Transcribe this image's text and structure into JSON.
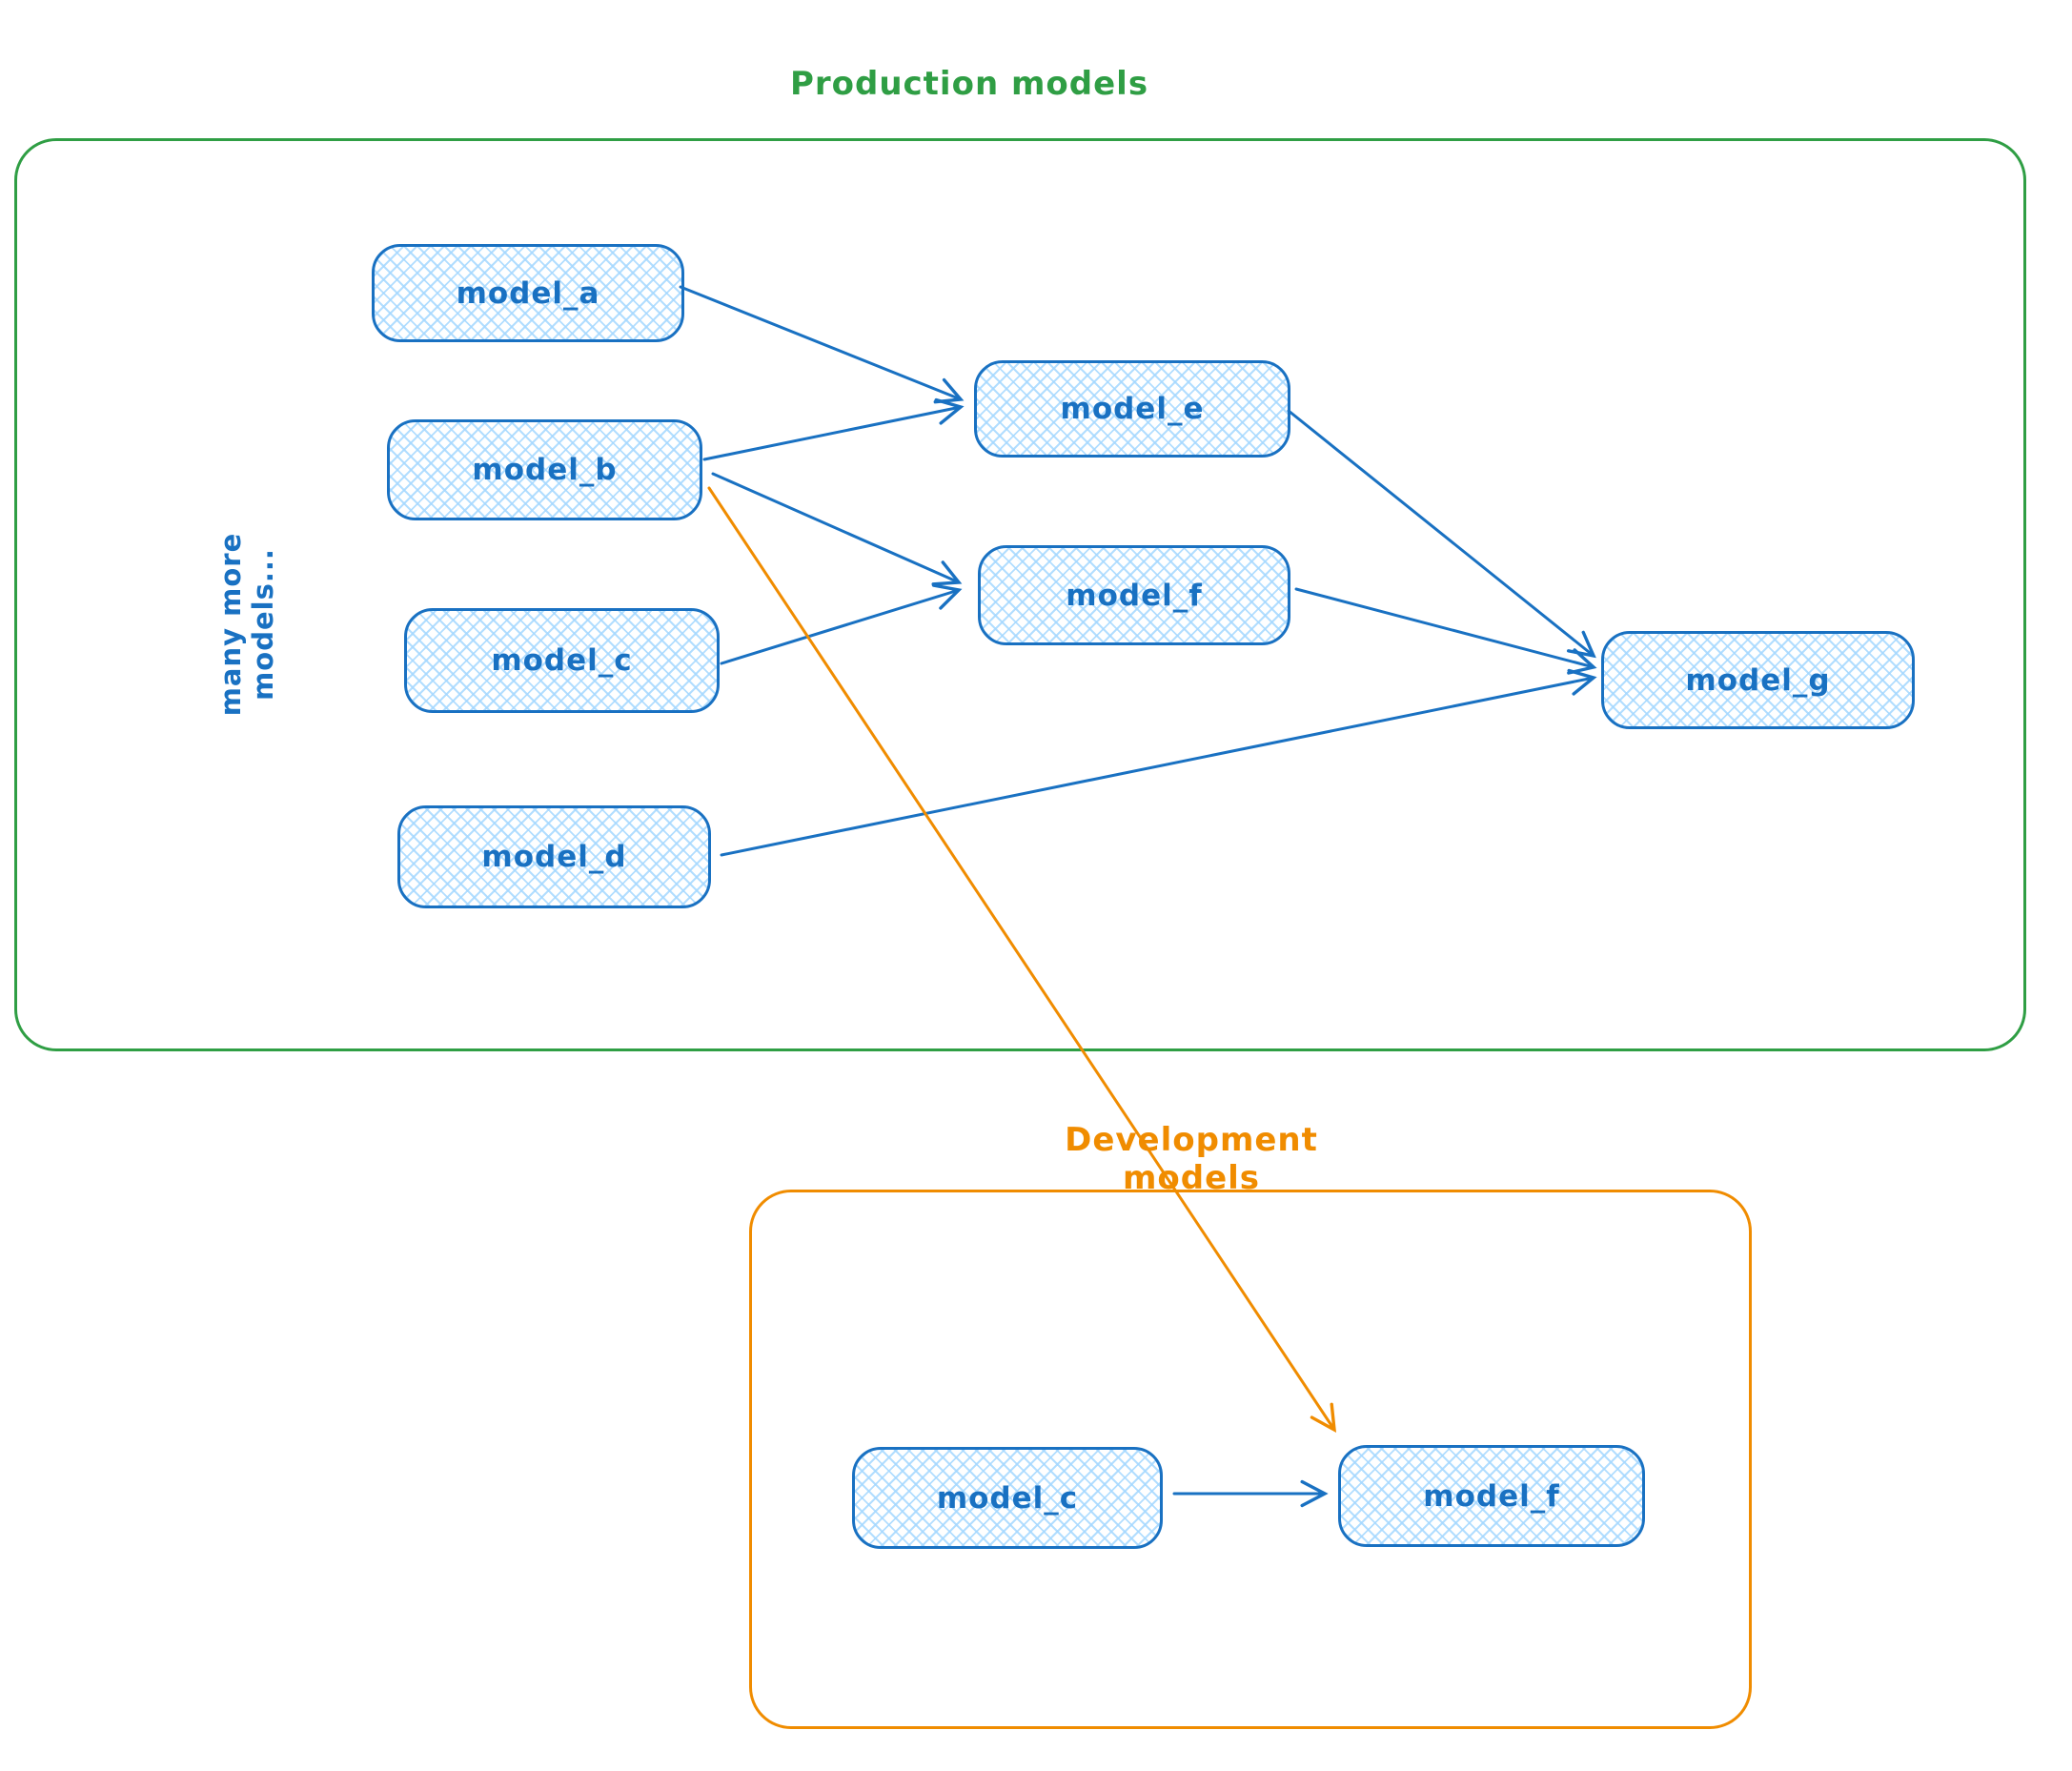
{
  "production_group": {
    "title": "Production models",
    "annotation": "many more models...",
    "nodes": [
      {
        "id": "model_a",
        "label": "model_a"
      },
      {
        "id": "model_b",
        "label": "model_b"
      },
      {
        "id": "model_c",
        "label": "model_c"
      },
      {
        "id": "model_d",
        "label": "model_d"
      },
      {
        "id": "model_e",
        "label": "model_e"
      },
      {
        "id": "model_f",
        "label": "model_f"
      },
      {
        "id": "model_g",
        "label": "model_g"
      }
    ]
  },
  "development_group": {
    "title": "Development models",
    "nodes": [
      {
        "id": "dev_model_c",
        "label": "model_c"
      },
      {
        "id": "dev_model_f",
        "label": "model_f"
      }
    ]
  },
  "edges": [
    {
      "from": "model_a",
      "to": "model_e",
      "color": "#1971c2"
    },
    {
      "from": "model_b",
      "to": "model_e",
      "color": "#1971c2"
    },
    {
      "from": "model_b",
      "to": "model_f",
      "color": "#1971c2"
    },
    {
      "from": "model_c",
      "to": "model_f",
      "color": "#1971c2"
    },
    {
      "from": "model_e",
      "to": "model_g",
      "color": "#1971c2"
    },
    {
      "from": "model_f",
      "to": "model_g",
      "color": "#1971c2"
    },
    {
      "from": "model_d",
      "to": "model_g",
      "color": "#1971c2"
    },
    {
      "from": "model_b",
      "to": "dev_model_f",
      "color": "#f08c00"
    },
    {
      "from": "dev_model_c",
      "to": "dev_model_f",
      "color": "#1971c2"
    }
  ],
  "colors": {
    "node_stroke": "#1971c2",
    "node_fill": "#a5d8ff",
    "production_border": "#2f9e44",
    "development_border": "#f08c00"
  }
}
